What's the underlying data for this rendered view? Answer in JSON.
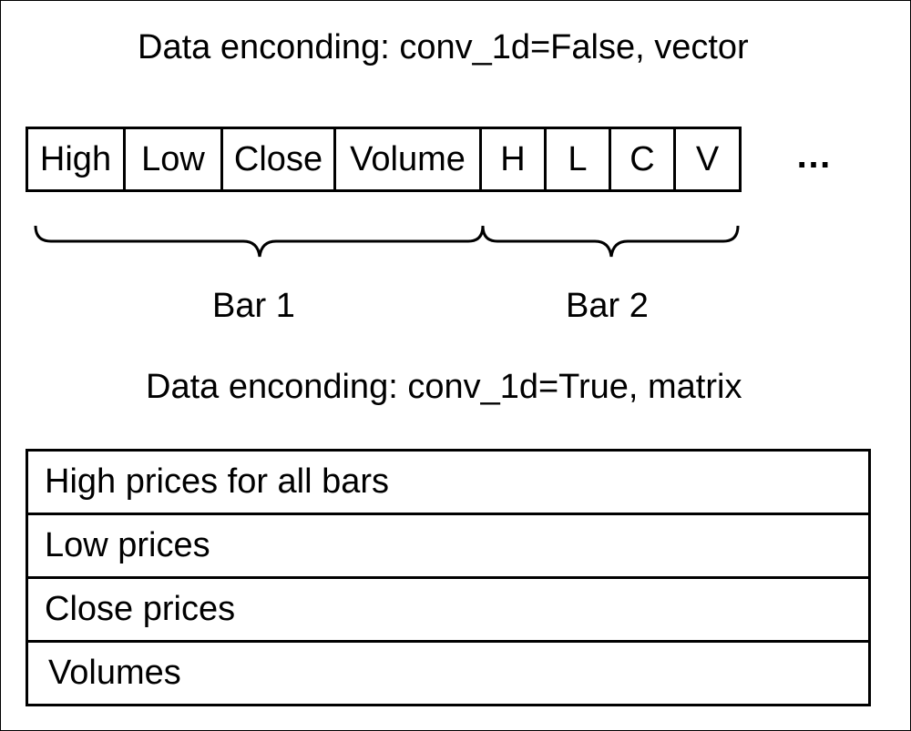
{
  "titles": {
    "vector": "Data enconding: conv_1d=False, vector",
    "matrix": "Data enconding: conv_1d=True, matrix"
  },
  "vector_cells": [
    "High",
    "Low",
    "Close",
    "Volume",
    "H",
    "L",
    "C",
    "V"
  ],
  "ellipsis": "…",
  "bars": [
    "Bar 1",
    "Bar 2"
  ],
  "matrix_rows": [
    "High prices for all bars",
    "Low prices",
    "Close prices",
    "Volumes"
  ]
}
